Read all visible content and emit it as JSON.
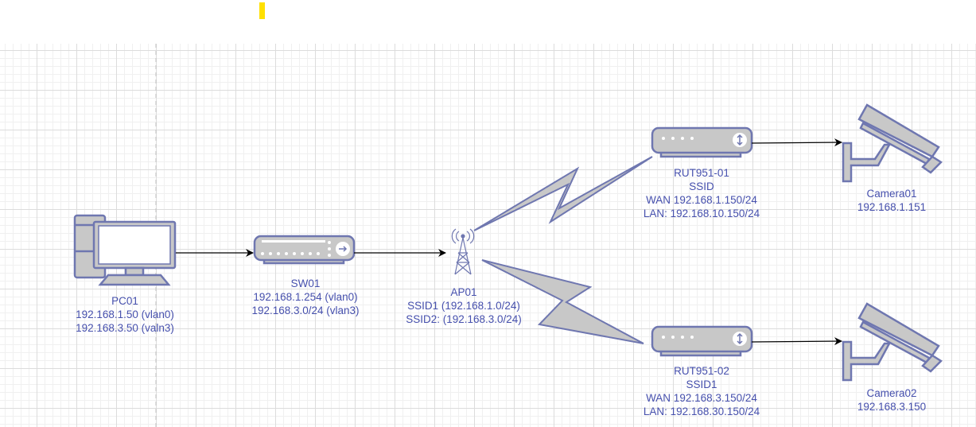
{
  "nodes": {
    "pc": {
      "name": "PC01",
      "lines": [
        "192.168.1.50 (vlan0)",
        "192.168.3.50 (valn3)"
      ]
    },
    "switch": {
      "name": "SW01",
      "lines": [
        "192.168.1.254 (vlan0)",
        "192.168.3.0/24 (vlan3)"
      ]
    },
    "ap": {
      "name": "AP01",
      "lines": [
        "SSID1 (192.168.1.0/24)",
        "SSID2: (192.168.3.0/24)"
      ]
    },
    "router1": {
      "name": "RUT951-01",
      "lines": [
        "SSID",
        "WAN 192.168.1.150/24",
        "LAN: 192.168.10.150/24"
      ]
    },
    "router2": {
      "name": "RUT951-02",
      "lines": [
        "SSID1",
        "WAN 192.168.3.150/24",
        "LAN: 192.168.30.150/24"
      ]
    },
    "camera1": {
      "name": "Camera01",
      "lines": [
        "192.168.1.151"
      ]
    },
    "camera2": {
      "name": "Camera02",
      "lines": [
        "192.168.3.150"
      ]
    }
  },
  "colors": {
    "fill": "#c8c8c8",
    "stroke": "#6f77b0",
    "text": "#4650ad",
    "marker": "#ffe000"
  }
}
